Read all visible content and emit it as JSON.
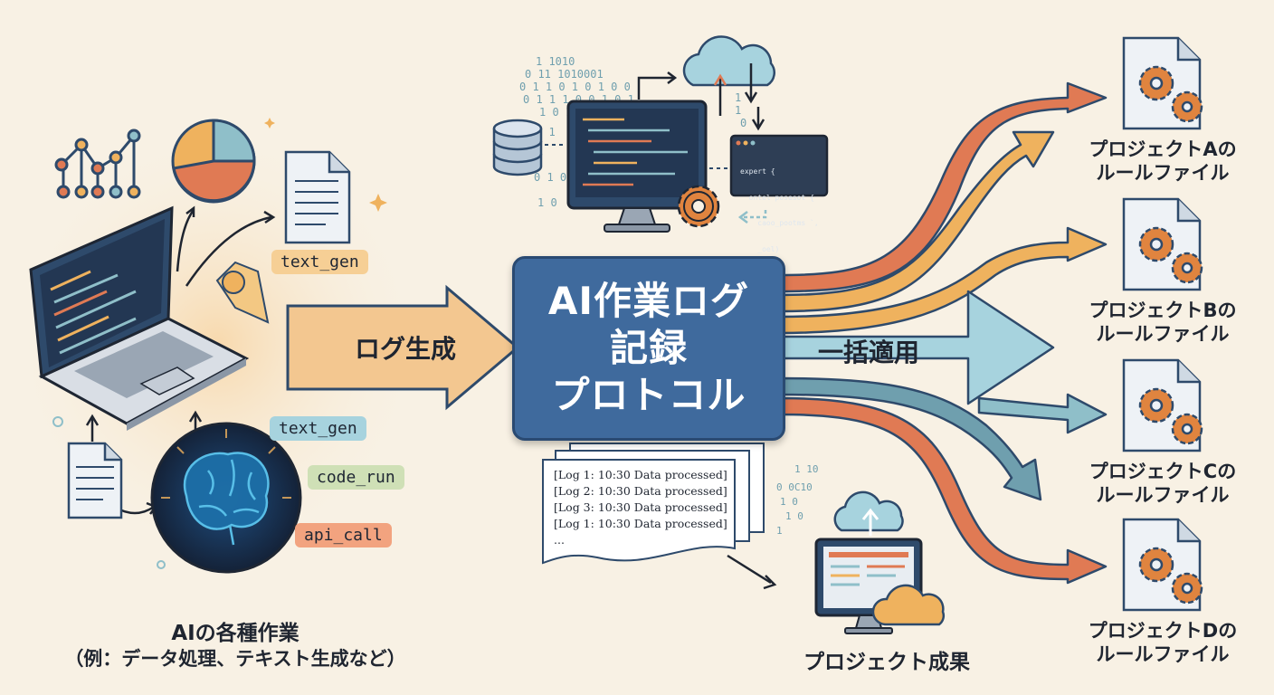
{
  "center": {
    "title": "AI作業ログ\n記録\nプロトコル"
  },
  "flows": {
    "generate": "ログ生成",
    "apply": "一括適用"
  },
  "left": {
    "caption_line1": "AIの各種作業",
    "caption_line2": "（例：データ処理、テキスト生成など）"
  },
  "tags": [
    {
      "label": "text_gen",
      "color": "#f6cf95"
    },
    {
      "label": "text_gen",
      "color": "#a7d3de"
    },
    {
      "label": "code_run",
      "color": "#cfe0b6"
    },
    {
      "label": "api_call",
      "color": "#f2a37f"
    }
  ],
  "code_snippet": [
    "expert {",
    "  ontel posesot {",
    "    caoo_pootms `,",
    "    _oel)",
    "}"
  ],
  "logs": {
    "lines": [
      "[Log 1: 10:30 Data processed]",
      "[Log 2: 10:30 Data processed]",
      "[Log 3: 10:30 Data processed]",
      "[Log 1: 10:30 Data processed]",
      "..."
    ]
  },
  "outcome": {
    "label": "プロジェクト成果"
  },
  "projects": [
    {
      "line1": "プロジェクトAの",
      "line2": "ルールファイル"
    },
    {
      "line1": "プロジェクトBの",
      "line2": "ルールファイル"
    },
    {
      "line1": "プロジェクトCの",
      "line2": "ルールファイル"
    },
    {
      "line1": "プロジェクトDの",
      "line2": "ルールファイル"
    }
  ],
  "colors": {
    "orange": "#e07a54",
    "amber": "#efb25e",
    "teal": "#8fbfc9",
    "slate": "#6f9fae",
    "navy": "#2e4a6b",
    "protocol": "#3f6a9d",
    "gear": "#e0843f"
  }
}
